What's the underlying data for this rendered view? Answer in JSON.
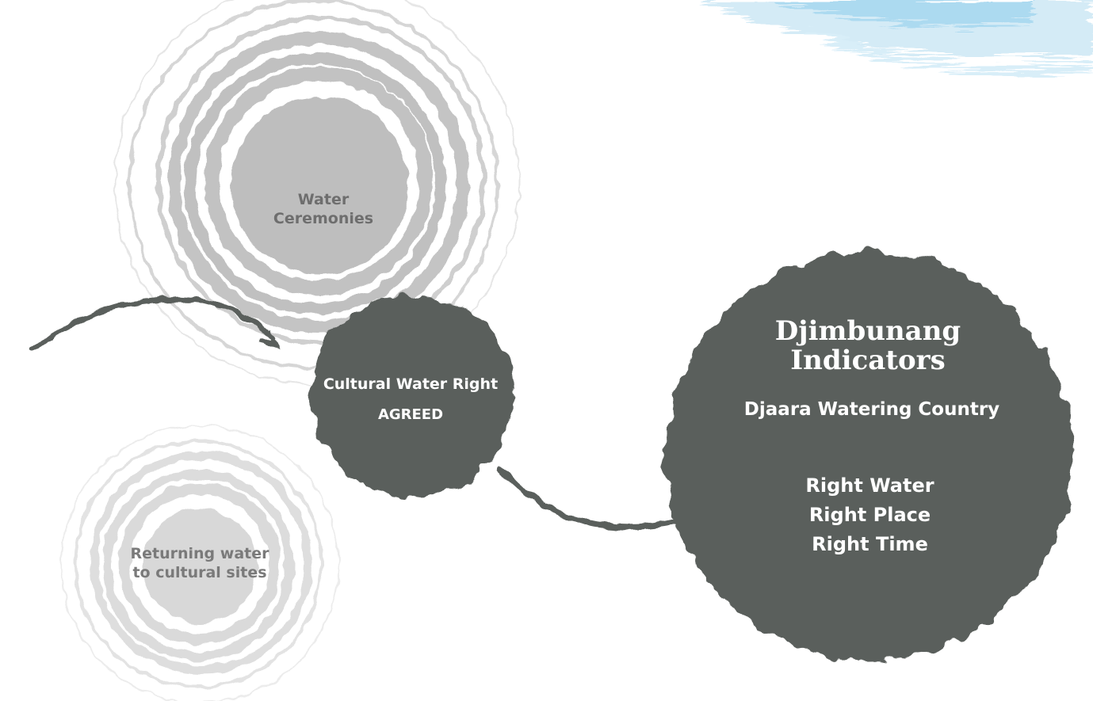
{
  "diagram": {
    "nodes": {
      "water_ceremonies": {
        "line1": "Water",
        "line2": "Ceremonies"
      },
      "returning_water": {
        "line1": "Returning water",
        "line2": "to cultural sites"
      },
      "cultural_water_right": {
        "title": "Cultural Water Right",
        "status": "AGREED"
      },
      "indicators": {
        "title_line1": "Djimbunang",
        "title_line2": "Indicators",
        "subtitle": "Djaara Watering Country",
        "items": [
          "Right Water",
          "Right Place",
          "Right Time"
        ]
      }
    },
    "colors": {
      "dark_circle": "#5a5f5b",
      "grey_circle": "#bfbfbf",
      "light_circle": "#d9d9d9",
      "water_brush": "#bfe3f2",
      "connector": "#5a5f5b"
    }
  }
}
